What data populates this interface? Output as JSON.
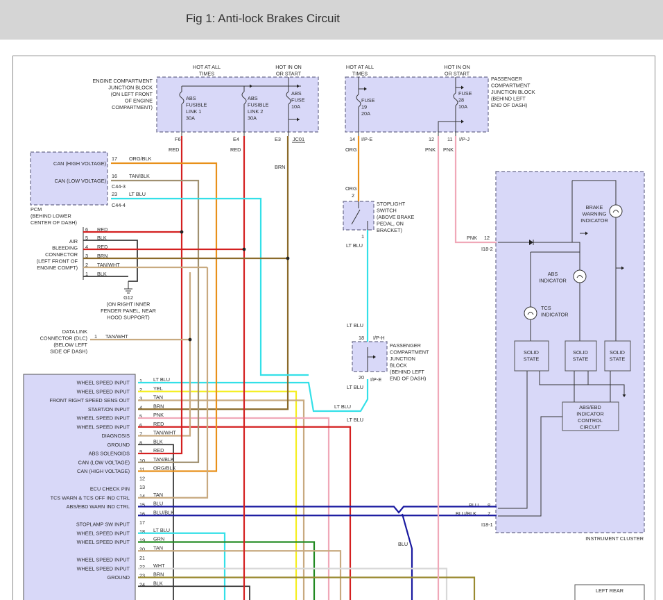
{
  "header": {
    "title": "Fig 1: Anti-lock Brakes Circuit"
  },
  "colors": {
    "red": "#d42020",
    "orange": "#e8901a",
    "brown": "#8a6a2a",
    "tan": "#c8aa80",
    "cyan": "#33e0e8",
    "yellow": "#f5ee20",
    "pink": "#f0a8b8",
    "darkblue": "#1a1aa0",
    "green": "#228a22",
    "white": "#d8d8d8",
    "black": "#3a3a3a",
    "block_fill": "#d8d8f8",
    "block_border": "#6a6a8a"
  },
  "engine_jb": {
    "label": [
      "ENGINE COMPARTMENT",
      "JUNCTION BLOCK",
      "(ON LEFT FRONT",
      "OF ENGINE",
      "COMPARTMENT)"
    ],
    "hot_all": [
      "HOT AT ALL",
      "TIMES"
    ],
    "hot_on": [
      "HOT IN ON",
      "OR START"
    ],
    "fuse1": [
      "ABS",
      "FUSIBLE",
      "LINK 1",
      "30A"
    ],
    "fuse2": [
      "ABS",
      "FUSIBLE",
      "LINK 2",
      "30A"
    ],
    "fuse3": [
      "ABS",
      "FUSE",
      "10A"
    ],
    "pins": [
      "F6",
      "E4",
      "E3",
      "JC01"
    ],
    "wires": [
      "RED",
      "RED",
      "BRN"
    ]
  },
  "pass_jb": {
    "label": [
      "PASSENGER",
      "COMPARTMENT",
      "JUNCTION BLOCK",
      "(BEHIND LEFT",
      "END OF DASH)"
    ],
    "hot_all": [
      "HOT AT ALL",
      "TIMES"
    ],
    "hot_on": [
      "HOT IN ON",
      "OR START"
    ],
    "fuse19": [
      "FUSE",
      "19",
      "20A"
    ],
    "fuse28": [
      "FUSE",
      "28",
      "10A"
    ],
    "pins": [
      "14",
      "I/P-E",
      "12",
      "11",
      "I/P-J"
    ],
    "wires": [
      "ORG",
      "PNK",
      "PNK"
    ]
  },
  "pcm": {
    "rows": [
      "CAN (HIGH VOLTAGE)",
      "CAN (LOW VOLTAGE)"
    ],
    "pins": [
      "17",
      "16",
      "23"
    ],
    "wires": [
      "ORG/BLK",
      "TAN/BLK",
      "LT BLU"
    ],
    "connectors": [
      "C44-3",
      "C44-4"
    ],
    "label": [
      "PCM",
      "(BEHIND LOWER",
      "CENTER OF DASH)"
    ]
  },
  "air_conn": {
    "label": [
      "AIR",
      "BLEEDING",
      "CONNECTOR",
      "(LEFT FRONT OF",
      "ENGINE COMPT)"
    ],
    "pins": [
      "6",
      "5",
      "4",
      "3",
      "2",
      "1"
    ],
    "wires": [
      "RED",
      "BLK",
      "RED",
      "BRN",
      "TAN/WHT",
      "BLK"
    ]
  },
  "ground": {
    "label": [
      "G12",
      "(ON RIGHT INNER",
      "FENDER PANEL, NEAR",
      "HOOD SUPPORT)"
    ]
  },
  "dlc": {
    "label": [
      "DATA LINK",
      "CONNECTOR (DLC)",
      "(BELOW LEFT",
      "SIDE OF DASH)"
    ],
    "pin": "1",
    "wire": "TAN/WHT"
  },
  "stoplight": {
    "label": [
      "STOPLIGHT",
      "SWITCH",
      "(ABOVE BRAKE",
      "PEDAL, ON",
      "BRACKET)"
    ],
    "wire_in": "ORG",
    "pin_in": "2",
    "pin_out": "1",
    "wire_out": "LT BLU"
  },
  "pass_jb2": {
    "label": [
      "PASSENGER",
      "COMPARTMENT",
      "JUNCTION",
      "BLOCK",
      "(BEHIND LEFT",
      "END OF DASH)"
    ],
    "wire_in": "LT BLU",
    "pin_in": "18",
    "conn_in": "I/P-H",
    "pin_out": "20",
    "conn_out": "I/P-E",
    "wire_out": "LT BLU",
    "wire_a": "LT BLU",
    "wire_b": "LT BLU"
  },
  "cluster": {
    "label": "INSTRUMENT CLUSTER",
    "brake": [
      "BRAKE",
      "WARNING",
      "INDICATOR"
    ],
    "abs": [
      "ABS",
      "INDICATOR"
    ],
    "tcs": [
      "TCS",
      "INDICATOR"
    ],
    "solid": [
      "SOLID",
      "STATE"
    ],
    "circuit": [
      "ABS/EBD",
      "INDICATOR",
      "CONTROL",
      "CIRCUIT"
    ],
    "pnk_wire": "PNK",
    "pnk_pin": "12",
    "conn1": "I18-2",
    "blu_wire": "BLU",
    "blu_pin": "8",
    "bb_wire": "BLU/BLK",
    "bb_pin": "7",
    "conn2": "I18-1"
  },
  "abs_module": {
    "rows": [
      {
        "pin": "1",
        "label": "WHEEL SPEED INPUT",
        "wire": "LT BLU"
      },
      {
        "pin": "2",
        "label": "WHEEL SPEED INPUT",
        "wire": "YEL"
      },
      {
        "pin": "3",
        "label": "FRONT RIGHT SPEED SENS OUT",
        "wire": "TAN"
      },
      {
        "pin": "4",
        "label": "START/ON INPUT",
        "wire": "BRN"
      },
      {
        "pin": "5",
        "label": "WHEEL SPEED INPUT",
        "wire": "PNK"
      },
      {
        "pin": "6",
        "label": "WHEEL SPEED INPUT",
        "wire": "RED"
      },
      {
        "pin": "7",
        "label": "DIAGNOSIS",
        "wire": "TAN/WHT"
      },
      {
        "pin": "8",
        "label": "GROUND",
        "wire": "BLK"
      },
      {
        "pin": "9",
        "label": "ABS SOLENOIDS",
        "wire": "RED"
      },
      {
        "pin": "10",
        "label": "CAN (LOW VOLTAGE)",
        "wire": "TAN/BLK"
      },
      {
        "pin": "11",
        "label": "CAN (HIGH VOLTAGE)",
        "wire": "ORG/BLK"
      },
      {
        "pin": "12",
        "label": "",
        "wire": ""
      },
      {
        "pin": "13",
        "label": "ECU CHECK PIN",
        "wire": ""
      },
      {
        "pin": "14",
        "label": "TCS WARN & TCS OFF IND CTRL",
        "wire": "TAN"
      },
      {
        "pin": "15",
        "label": "ABS/EBD WARN IND CTRL",
        "wire": "BLU"
      },
      {
        "pin": "16",
        "label": "",
        "wire": "BLU/BLK"
      },
      {
        "pin": "17",
        "label": "STOPLAMP SW INPUT",
        "wire": ""
      },
      {
        "pin": "18",
        "label": "WHEEL SPEED INPUT",
        "wire": "LT BLU"
      },
      {
        "pin": "19",
        "label": "WHEEL SPEED INPUT",
        "wire": "GRN"
      },
      {
        "pin": "20",
        "label": "",
        "wire": "TAN"
      },
      {
        "pin": "21",
        "label": "WHEEL SPEED INPUT",
        "wire": ""
      },
      {
        "pin": "22",
        "label": "WHEEL SPEED INPUT",
        "wire": "WHT"
      },
      {
        "pin": "23",
        "label": "GROUND",
        "wire": "BRN"
      },
      {
        "pin": "24",
        "label": "",
        "wire": "BLK"
      }
    ],
    "blu_branch": "BLU"
  },
  "corner_label": "LEFT REAR"
}
